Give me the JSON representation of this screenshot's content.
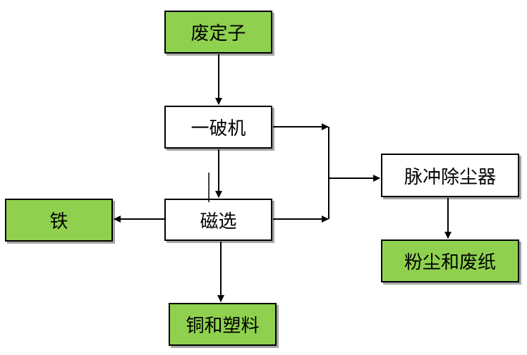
{
  "nodes": {
    "stator": {
      "label": "废定子",
      "fill": "#8fd14f"
    },
    "crusher": {
      "label": "一破机",
      "fill": "#ffffff"
    },
    "magnetic": {
      "label": "磁选",
      "fill": "#ffffff"
    },
    "iron": {
      "label": "铁",
      "fill": "#8fd14f"
    },
    "copper_plastic": {
      "label": "铜和塑料",
      "fill": "#8fd14f"
    },
    "pulse_collector": {
      "label": "脉冲除尘器",
      "fill": "#ffffff"
    },
    "dust_paper": {
      "label": "粉尘和废纸",
      "fill": "#8fd14f"
    }
  },
  "edges": [
    {
      "from": "stator",
      "to": "crusher"
    },
    {
      "from": "crusher",
      "to": "magnetic"
    },
    {
      "from": "magnetic",
      "to": "iron"
    },
    {
      "from": "magnetic",
      "to": "copper_plastic"
    },
    {
      "from": "crusher",
      "to": "pulse_collector"
    },
    {
      "from": "magnetic",
      "to": "pulse_collector"
    },
    {
      "from": "pulse_collector",
      "to": "dust_paper"
    }
  ]
}
